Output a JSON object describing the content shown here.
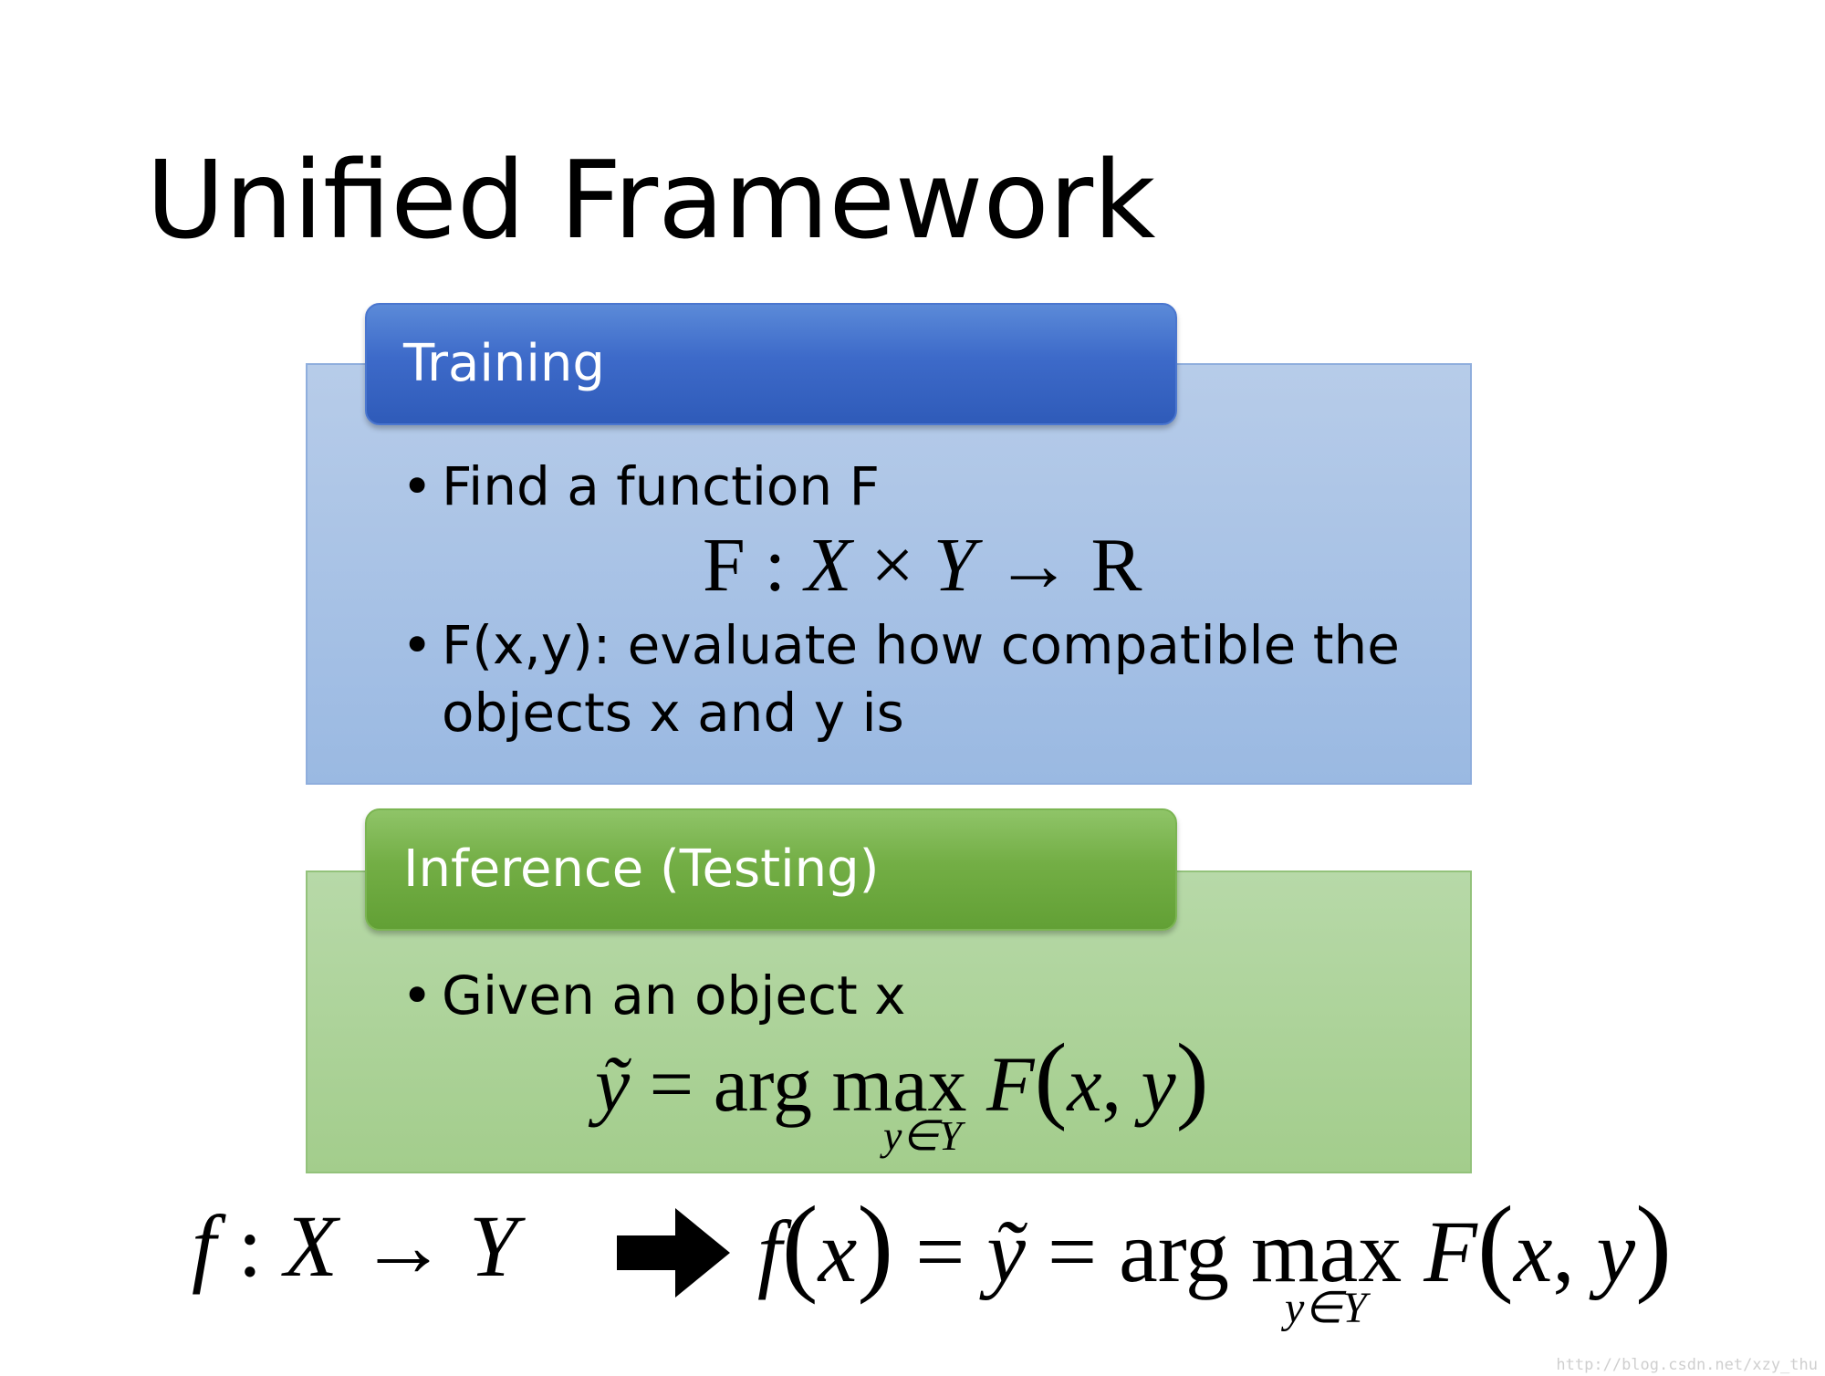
{
  "slide": {
    "title": "Unified Framework"
  },
  "training": {
    "tab_label": "Training",
    "bullet1": "Find a function F",
    "formula": {
      "F": "F",
      "colon": ":",
      "X": "X",
      "times": "×",
      "Y": "Y",
      "arrow": "→",
      "R": "R"
    },
    "bullet2_line1": "F(x,y): evaluate how compatible the",
    "bullet2_line2": "objects x and y is"
  },
  "inference": {
    "tab_label": "Inference (Testing)",
    "bullet1": "Given an object x",
    "formula": {
      "ytilde": "ỹ",
      "equals": "=",
      "argmax": "arg max",
      "F": "F",
      "lparen": "(",
      "x": "x",
      "comma": ",",
      "y": "y",
      "rparen": ")",
      "subscript": "y∈Y"
    }
  },
  "bottom_formula": {
    "left": {
      "f": "f",
      "colon": ":",
      "X": "X",
      "arrow": "→",
      "Y": "Y"
    },
    "right": {
      "f": "f",
      "lparen": "(",
      "x": "x",
      "rparen": ")",
      "equals1": "=",
      "ytilde": "ỹ",
      "equals2": "=",
      "argmax": "arg max",
      "F": "F",
      "lparen2": "(",
      "x2": "x",
      "comma": ",",
      "y2": "y",
      "rparen2": ")",
      "subscript": "y∈Y"
    },
    "implies_icon": "right-arrow-icon"
  },
  "bullet_symbol": "•",
  "watermark": "http://blog.csdn.net/xzy_thu"
}
